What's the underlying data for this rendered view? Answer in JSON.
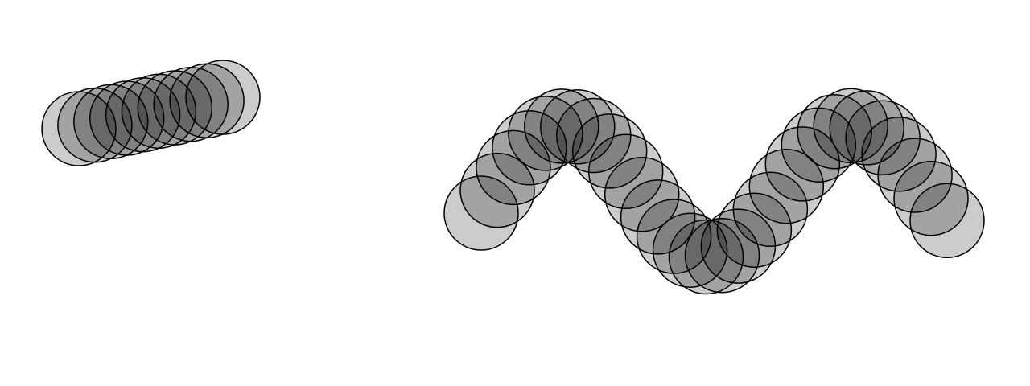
{
  "scene": {
    "background_color": "#ffffff",
    "fill_color": "#000000",
    "stroke_color": "#000000",
    "fill_opacity": 0.2,
    "shape": "circle",
    "groups": [
      {
        "name": "diagonal-stroke",
        "circle_count": 10
      },
      {
        "name": "wave-stroke",
        "circle_count": 30
      }
    ]
  }
}
